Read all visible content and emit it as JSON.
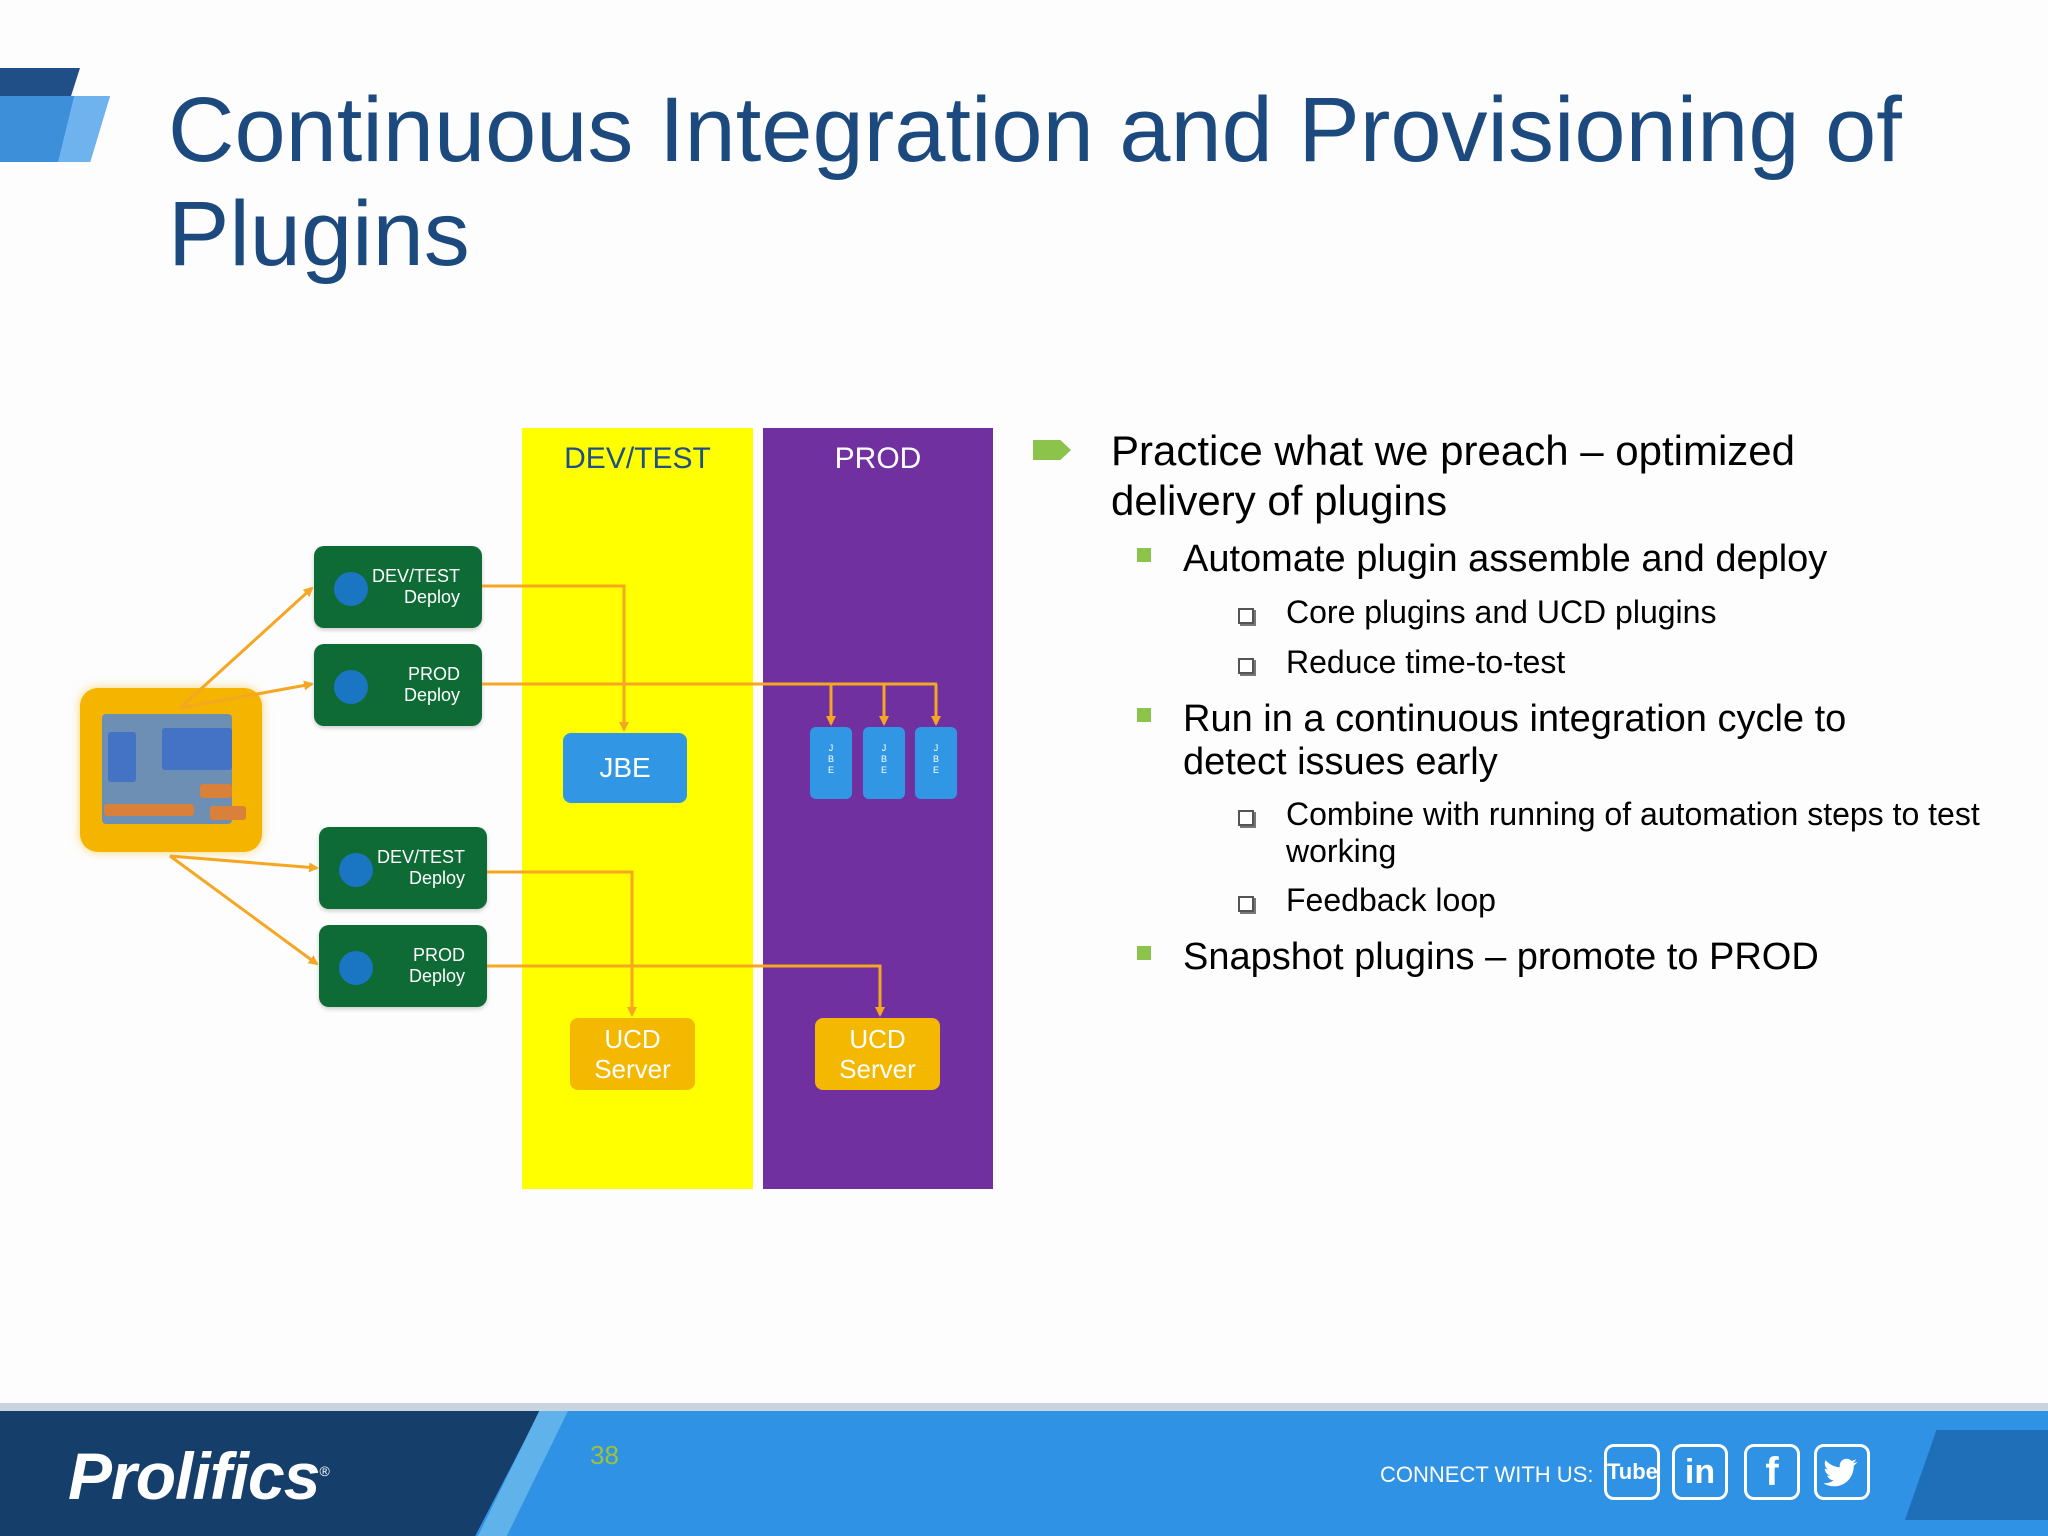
{
  "slide": {
    "title": "Continuous Integration and Provisioning of Plugins",
    "page_number": "38"
  },
  "diagram": {
    "columns": {
      "devtest": "DEV/TEST",
      "prod": "PROD"
    },
    "deploy_boxes": [
      {
        "line1": "DEV/TEST",
        "line2": "Deploy"
      },
      {
        "line1": "PROD",
        "line2": "Deploy"
      },
      {
        "line1": "DEV/TEST",
        "line2": "Deploy"
      },
      {
        "line1": "PROD",
        "line2": "Deploy"
      }
    ],
    "jbe_label": "JBE",
    "jbe_mini_label": "J\nB\nE",
    "ucd": {
      "line1": "UCD",
      "line2": "Server"
    }
  },
  "bullets": {
    "l1": "Practice what we preach – optimized delivery of plugins",
    "l2_a": "Automate plugin assemble and deploy",
    "l3_a": "Core plugins and UCD plugins",
    "l3_b": "Reduce time-to-test",
    "l2_b": "Run in a continuous integration cycle to detect issues early",
    "l3_c": "Combine with running of automation steps to test working",
    "l3_d": "Feedback loop",
    "l2_c": "Snapshot plugins – promote to PROD"
  },
  "footer": {
    "logo": "Prolifics",
    "logo_mark": "®",
    "connect_label": "CONNECT WITH US:",
    "social": [
      {
        "icon": "youtube-icon",
        "label": "Tube"
      },
      {
        "icon": "linkedin-icon",
        "label": "in"
      },
      {
        "icon": "facebook-icon",
        "label": "f"
      },
      {
        "icon": "twitter-icon",
        "label": ""
      }
    ]
  },
  "colors": {
    "title": "#1c4a7e",
    "devtest_column": "#ffff00",
    "prod_column": "#7030a0",
    "deploy_box": "#0e6b35",
    "jbe": "#3197e4",
    "ucd": "#f5b800",
    "arrow": "#f5a623",
    "bullet_marker": "#8cc34a",
    "footer": "#2f92e4"
  }
}
